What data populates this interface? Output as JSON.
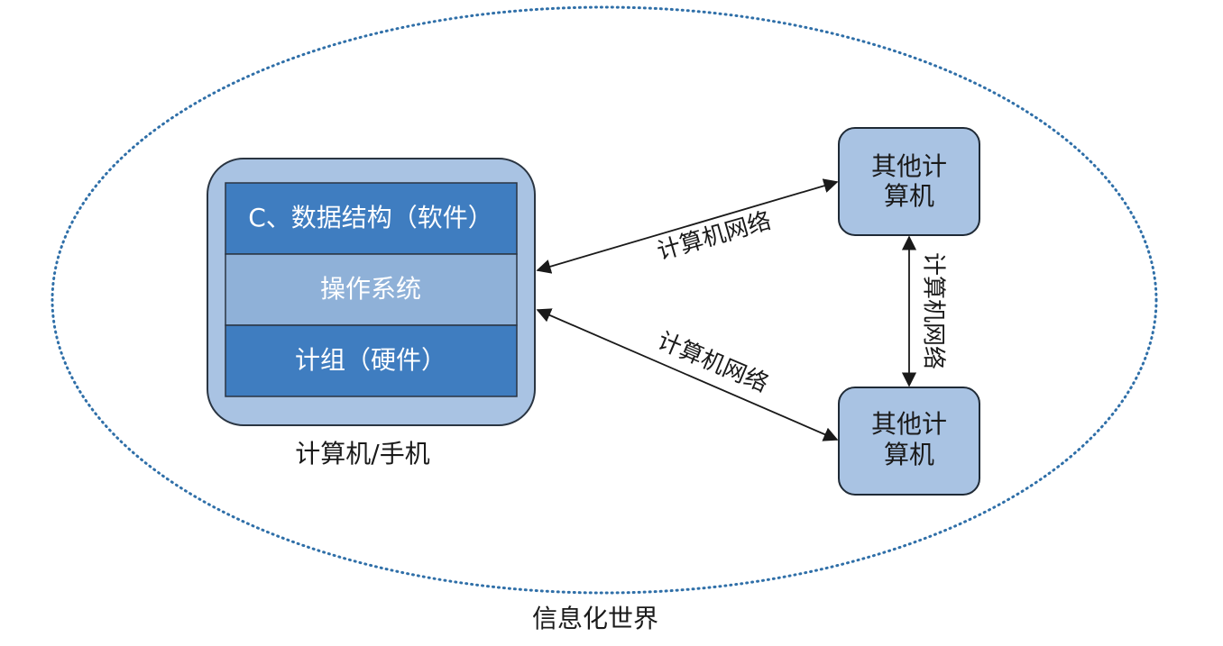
{
  "world": {
    "label": "信息化世界"
  },
  "computer": {
    "caption": "计算机/手机",
    "layers": [
      {
        "label": "C、数据结构（软件）",
        "color": "#3f7dc0"
      },
      {
        "label": "操作系统",
        "color": "#8fb1d8"
      },
      {
        "label": "计组（硬件）",
        "color": "#3f7dc0"
      }
    ],
    "outer_color": "#a9c3e3"
  },
  "other_computers": [
    {
      "line1": "其他计",
      "line2": "算机"
    },
    {
      "line1": "其他计",
      "line2": "算机"
    }
  ],
  "network_labels": {
    "upper": "计算机网络",
    "lower": "计算机网络",
    "vertical": "计算机网络"
  },
  "colors": {
    "ellipse_dots": "#2f6fa8",
    "node_fill": "#a9c3e3",
    "node_stroke": "#1f2a36",
    "text": "#1a1a1a",
    "layer_text": "#ffffff"
  }
}
